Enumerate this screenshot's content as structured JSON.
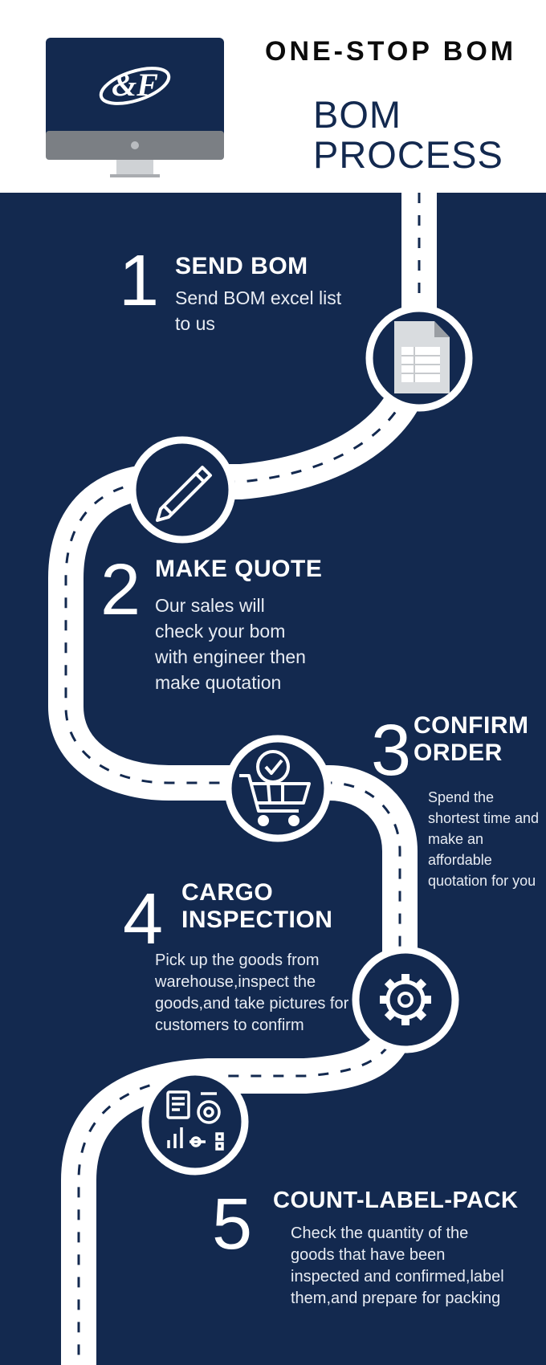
{
  "header": {
    "brand": "ONE-STOP BOM",
    "title_line1": "BOM",
    "title_line2": "PROCESS",
    "logo_icon": "monitor-logo-icon"
  },
  "colors": {
    "navy": "#13294f",
    "white": "#ffffff",
    "grey": "#7b7f84"
  },
  "steps": [
    {
      "number": "1",
      "title": "SEND BOM",
      "description": "Send BOM excel list to us",
      "icon": "spreadsheet-icon"
    },
    {
      "number": "2",
      "title": "MAKE QUOTE",
      "description": "Our sales will check your bom with engineer then make quotation",
      "icon": "pencil-icon"
    },
    {
      "number": "3",
      "title": "CONFIRM ORDER",
      "title_line1": "CONFIRM",
      "title_line2": "ORDER",
      "description": "Spend the shortest time and make an affordable quotation for you",
      "icon": "shopping-cart-icon"
    },
    {
      "number": "4",
      "title": "CARGO INSPECTION",
      "title_line1": "CARGO",
      "title_line2": "INSPECTION",
      "description": "Pick up the goods from warehouse,inspect the goods,and take pictures for customers to confirm",
      "icon": "gear-icon"
    },
    {
      "number": "5",
      "title": "COUNT-LABEL-PACK",
      "description": "Check the quantity of the goods that have been inspected and confirmed,label them,and prepare for packing",
      "icon": "analytics-icon"
    }
  ]
}
